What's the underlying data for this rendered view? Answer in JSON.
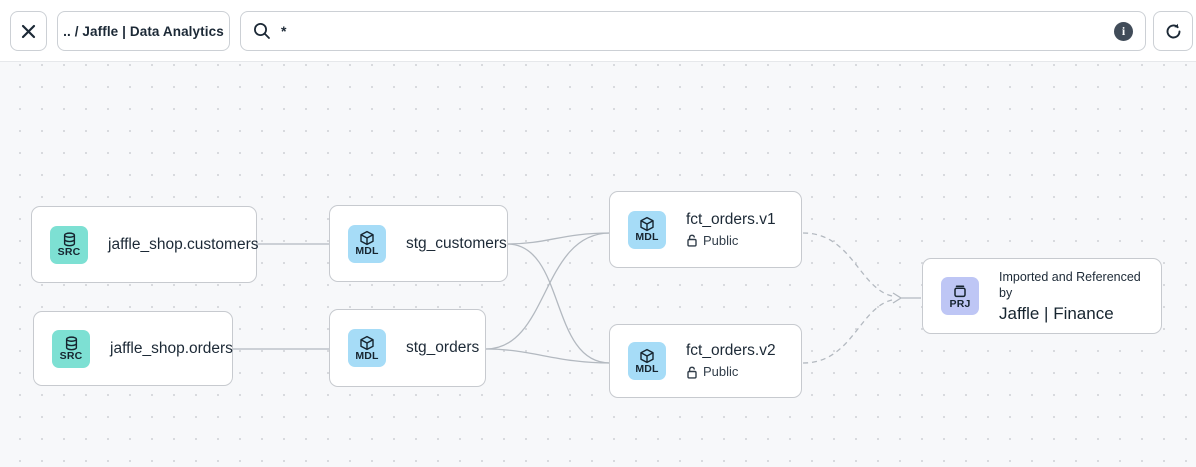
{
  "topbar": {
    "breadcrumb": ".. / Jaffle | Data Analytics",
    "search": {
      "query": "*"
    }
  },
  "canvas": {
    "nodes": [
      {
        "id": "jaffle_shop_customers",
        "type": "source",
        "badge": "SRC",
        "label": "jaffle_shop.customers"
      },
      {
        "id": "jaffle_shop_orders",
        "type": "source",
        "badge": "SRC",
        "label": "jaffle_shop.orders"
      },
      {
        "id": "stg_customers",
        "type": "model",
        "badge": "MDL",
        "label": "stg_customers"
      },
      {
        "id": "stg_orders",
        "type": "model",
        "badge": "MDL",
        "label": "stg_orders"
      },
      {
        "id": "fct_orders_v1",
        "type": "model",
        "badge": "MDL",
        "label": "fct_orders.v1",
        "access": "Public"
      },
      {
        "id": "fct_orders_v2",
        "type": "model",
        "badge": "MDL",
        "label": "fct_orders.v2",
        "access": "Public"
      },
      {
        "id": "jaffle_finance",
        "type": "project",
        "badge": "PRJ",
        "pre_label": "Imported and Referenced by",
        "label": "Jaffle | Finance"
      }
    ],
    "edges": [
      {
        "from": "jaffle_shop_customers",
        "to": "stg_customers",
        "style": "solid"
      },
      {
        "from": "jaffle_shop_orders",
        "to": "stg_orders",
        "style": "solid"
      },
      {
        "from": "stg_customers",
        "to": "fct_orders_v1",
        "style": "solid"
      },
      {
        "from": "stg_customers",
        "to": "fct_orders_v2",
        "style": "solid"
      },
      {
        "from": "stg_orders",
        "to": "fct_orders_v1",
        "style": "solid"
      },
      {
        "from": "stg_orders",
        "to": "fct_orders_v2",
        "style": "solid"
      },
      {
        "from": "fct_orders_v1",
        "to": "jaffle_finance",
        "style": "dashed"
      },
      {
        "from": "fct_orders_v2",
        "to": "jaffle_finance",
        "style": "dashed"
      }
    ]
  },
  "colors": {
    "source_badge": "#7de0d3",
    "model_badge": "#a6dcf7",
    "project_badge": "#bec6f5",
    "node_border": "#c7cacf",
    "edge": "#b3b9c0",
    "text": "#1c2936",
    "canvas_bg": "#f7f8fa",
    "info_icon_bg": "#414c59"
  }
}
